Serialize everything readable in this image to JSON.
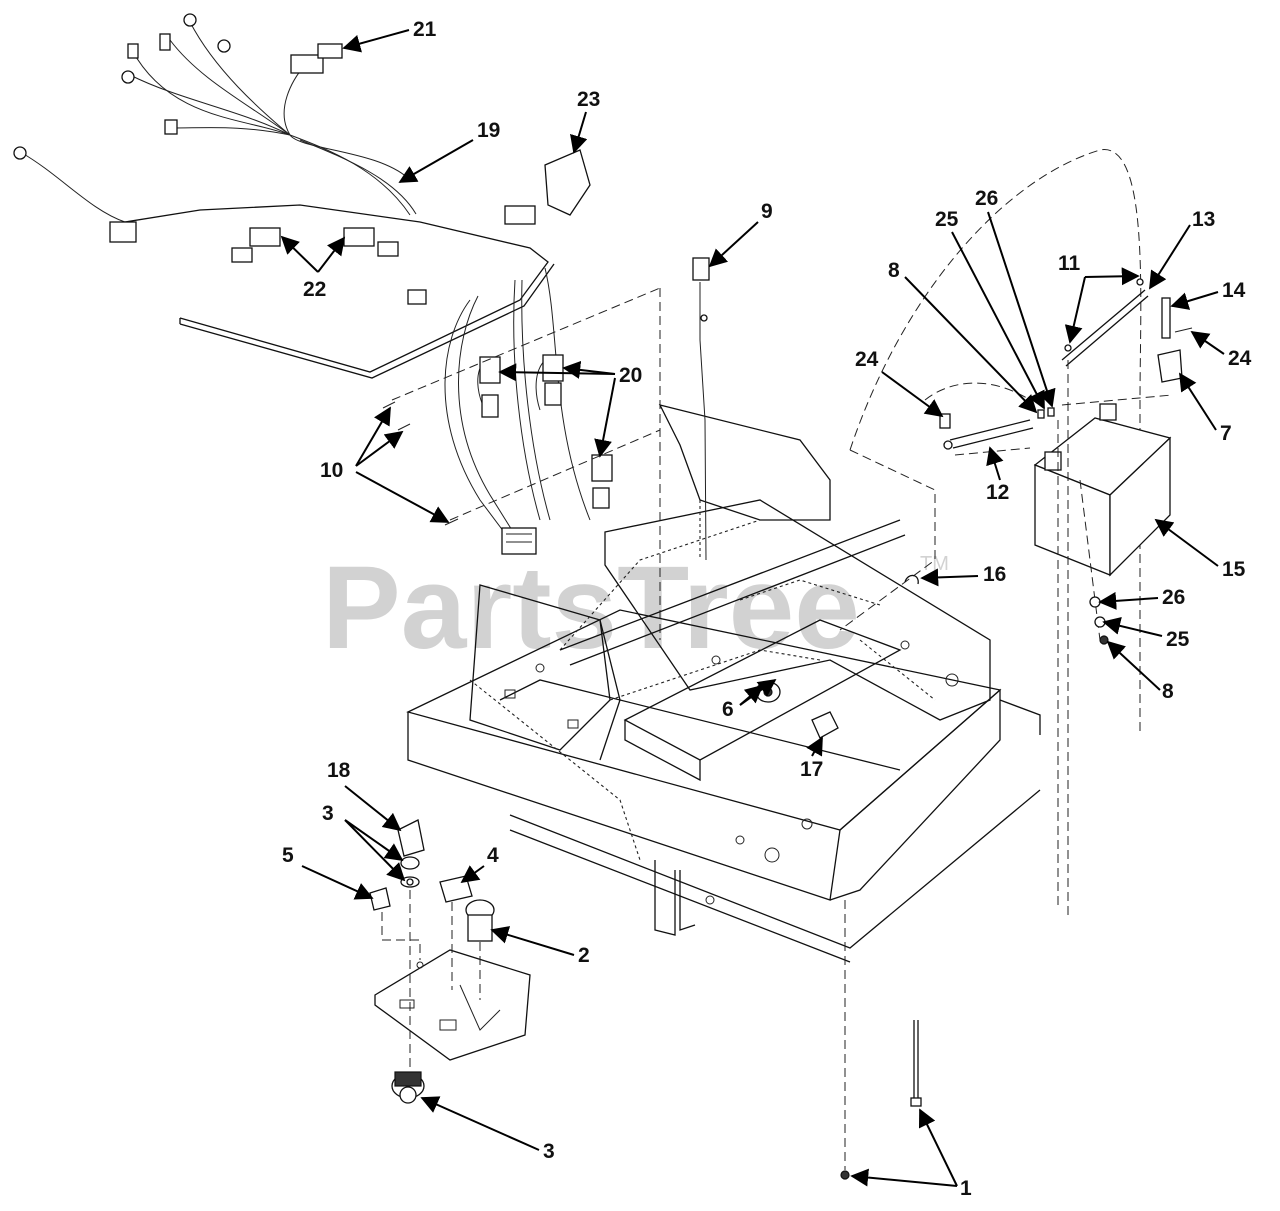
{
  "watermark": {
    "text": "PartsTree",
    "trademark": "TM"
  },
  "callouts": [
    "1",
    "2",
    "3",
    "3",
    "4",
    "5",
    "6",
    "7",
    "8",
    "8",
    "9",
    "10",
    "11",
    "12",
    "13",
    "14",
    "15",
    "16",
    "17",
    "18",
    "19",
    "20",
    "21",
    "22",
    "23",
    "24",
    "24",
    "25",
    "25",
    "26",
    "26"
  ]
}
